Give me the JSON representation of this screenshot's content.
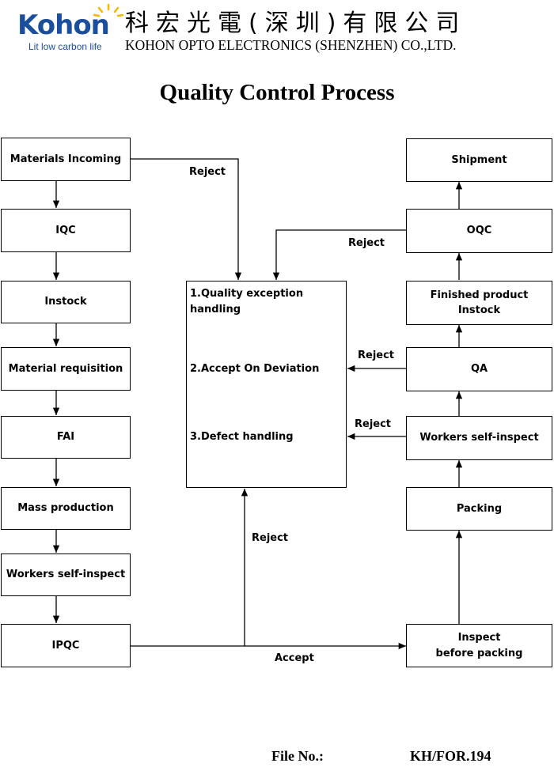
{
  "header": {
    "logo_text": "Kohon",
    "logo_tagline": "Lit low carbon life",
    "company_cn": "科宏光電(深圳)有限公司",
    "company_en": "KOHON OPTO ELECTRONICS (SHENZHEN) CO.,LTD.",
    "brand_colors": {
      "logo_blue": "#1b4f9c",
      "logo_sun": "#f2b705"
    }
  },
  "title": "Quality Control Process",
  "left_column": [
    "Materials Incoming",
    "IQC",
    "Instock",
    "Material requisition",
    "FAI",
    "Mass production",
    "Workers self-inspect",
    "IPQC"
  ],
  "center": {
    "items": [
      "1.Quality exception handling",
      "2.Accept On Deviation",
      "3.Defect handling"
    ]
  },
  "right_column": {
    "shipment": "Shipment",
    "oqc": "OQC",
    "finished_line1": "Finished product",
    "finished_line2": "Instock",
    "qa": "QA",
    "workers_self_inspect": "Workers self-inspect",
    "packing": "Packing",
    "inspect_line1": "Inspect",
    "inspect_line2": "before packing"
  },
  "edge_labels": {
    "reject_materials": "Reject",
    "reject_oqc": "Reject",
    "reject_qa": "Reject",
    "reject_workers": "Reject",
    "reject_ipqc": "Reject",
    "accept_ipqc": "Accept"
  },
  "footer": {
    "file_label": "File No.:",
    "file_value": "KH/FOR.194"
  }
}
